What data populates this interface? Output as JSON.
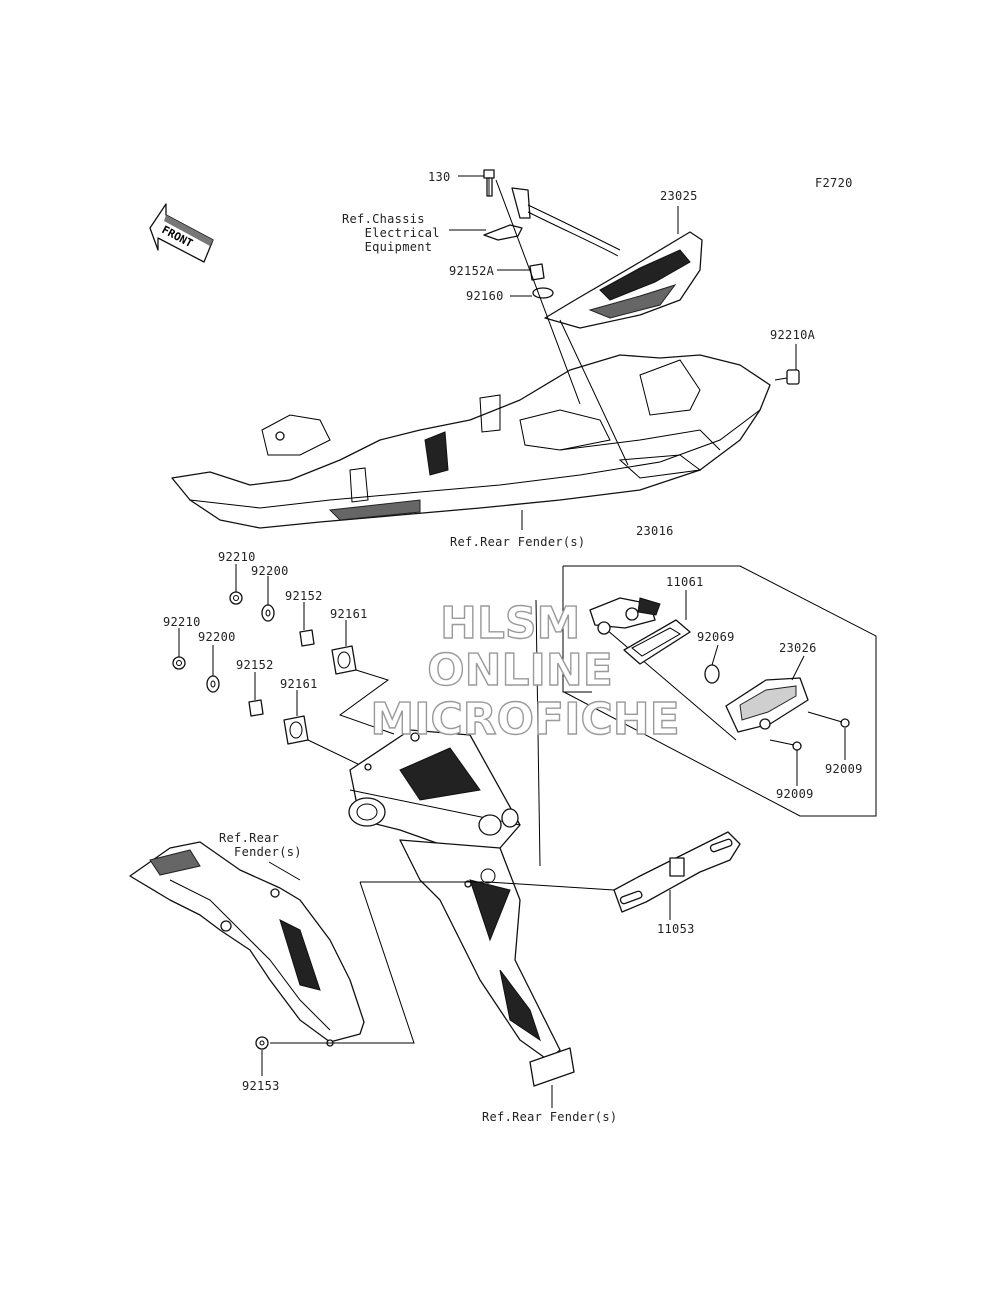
{
  "figure_code": "F2720",
  "front_arrow": "FRONT",
  "labels": {
    "p130": "130",
    "p23025": "23025",
    "ref_chassis": "Ref.Chassis\n   Electrical\n   Equipment",
    "p92152A": "92152A",
    "p92160": "92160",
    "p92210A": "92210A",
    "ref_rear_fender_1": "Ref.Rear Fender(s)",
    "p23016": "23016",
    "p92210_a": "92210",
    "p92200_a": "92200",
    "p92152_a": "92152",
    "p92161_a": "92161",
    "p92210_b": "92210",
    "p92200_b": "92200",
    "p92152_b": "92152",
    "p92161_b": "92161",
    "p11061": "11061",
    "p92069": "92069",
    "p23026": "23026",
    "p92009_a": "92009",
    "p92009_b": "92009",
    "ref_rear_fender_2": "Ref.Rear\n  Fender(s)",
    "p11053": "11053",
    "p92153": "92153",
    "ref_rear_fender_3": "Ref.Rear Fender(s)"
  },
  "watermark": [
    "HLSM",
    "ONLINE",
    "MICROFICHE"
  ]
}
